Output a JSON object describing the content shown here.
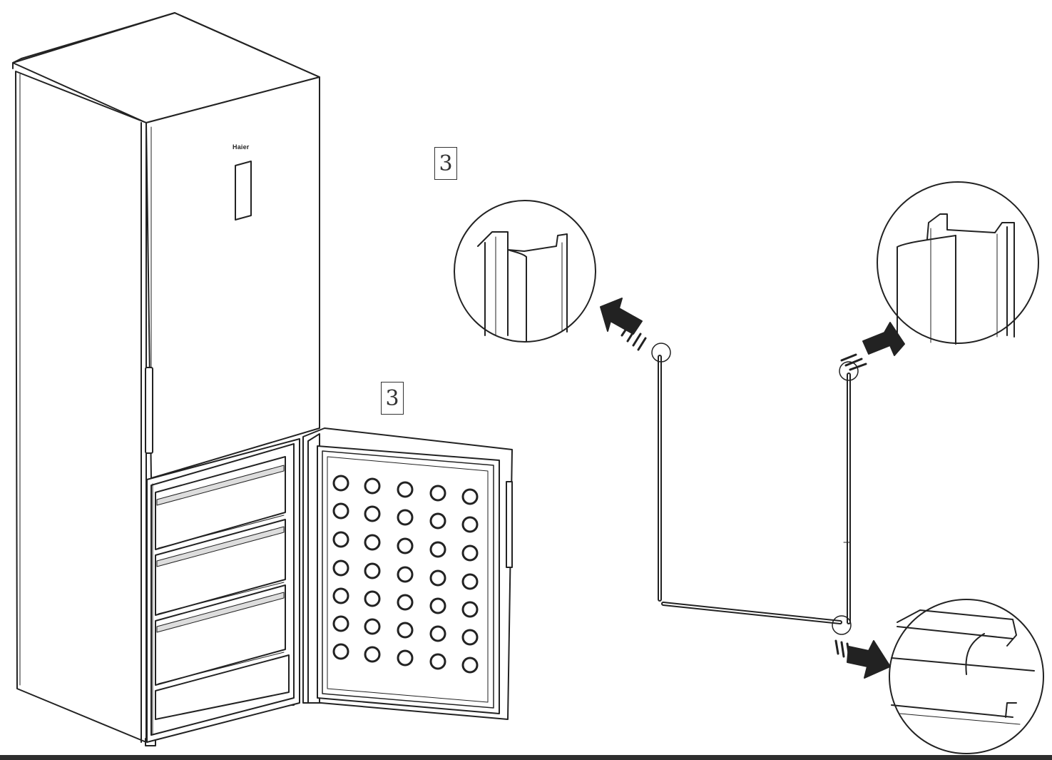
{
  "diagram": {
    "step_label_1": "3",
    "step_label_2": "3",
    "brand_text": "Haier",
    "line_color": "#222222",
    "shade_color": "#9a9a9a"
  }
}
